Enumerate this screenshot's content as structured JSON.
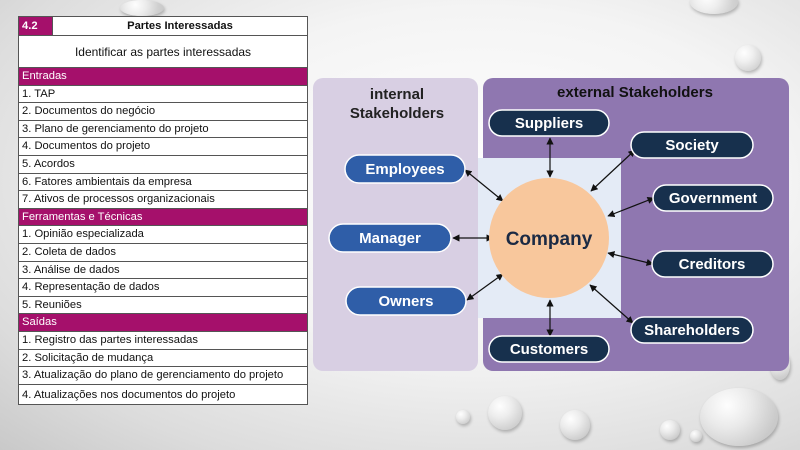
{
  "table": {
    "number": "4.2",
    "title": "Partes Interessadas",
    "subtitle": "Identificar as partes interessadas",
    "sections": [
      {
        "label": "Entradas",
        "items": [
          "1. TAP",
          "2. Documentos do negócio",
          "3. Plano de gerenciamento do projeto",
          "4. Documentos do projeto",
          "5. Acordos",
          "6. Fatores ambientais da empresa",
          "7. Ativos de processos organizacionais"
        ]
      },
      {
        "label": "Ferramentas e Técnicas",
        "items": [
          "1. Opinião especializada",
          "2. Coleta de dados",
          "3. Análise de dados",
          "4. Representação de dados",
          "5. Reuniões"
        ]
      },
      {
        "label": "Saídas",
        "items": [
          "1. Registro das partes interessadas",
          "2. Solicitação de mudança",
          "3. Atualização do plano de gerenciamento do projeto",
          "4. Atualizações nos documentos do projeto"
        ]
      }
    ]
  },
  "diagram": {
    "internal_title_line1": "internal",
    "internal_title_line2": "Stakeholders",
    "external_title": "external Stakeholders",
    "center": "Company",
    "internal_nodes": [
      "Employees",
      "Manager",
      "Owners"
    ],
    "external_nodes": [
      "Suppliers",
      "Society",
      "Government",
      "Creditors",
      "Shareholders",
      "Customers"
    ],
    "colors": {
      "internal_panel": "#d8cfe3",
      "external_panel": "#8f77b0",
      "center_panel": "#e4ebf6",
      "company": "#f8c79c",
      "internal_pill": "#2f5ea8",
      "external_pill": "#17304d",
      "table_accent": "#a5106b"
    }
  }
}
